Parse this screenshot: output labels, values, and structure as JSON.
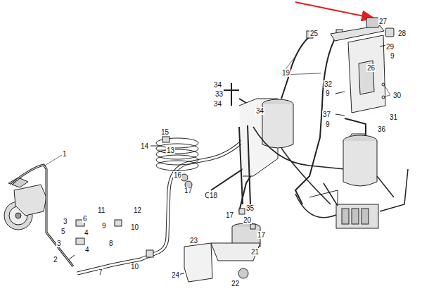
{
  "diagram": {
    "labels": [
      "27",
      "25",
      "28",
      "29",
      "9",
      "26",
      "19",
      "32",
      "9",
      "30",
      "34",
      "33",
      "34",
      "34",
      "37",
      "31",
      "9",
      "36",
      "15",
      "14",
      "13",
      "1",
      "16",
      "17",
      "18",
      "11",
      "12",
      "35",
      "6",
      "17",
      "9",
      "10",
      "20",
      "3",
      "5",
      "4",
      "17",
      "23",
      "8",
      "3",
      "4",
      "21",
      "2",
      "10",
      "7",
      "24",
      "22"
    ]
  }
}
